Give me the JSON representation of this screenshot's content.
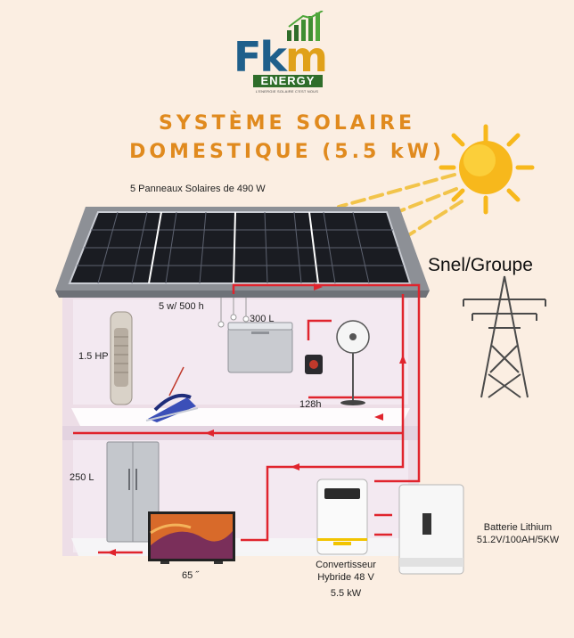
{
  "brand": {
    "main_prefix": "Fk",
    "main_accent": "m",
    "energy": "ENERGY",
    "tagline": "L'ENERGIE SOLAIRE C'EST NOUS"
  },
  "title": {
    "line1": "SYSTÈME SOLAIRE",
    "line2": "DOMESTIQUE (5.5 kW)"
  },
  "labels": {
    "panels": "5 Panneaux Solaires de 490 W",
    "lights": "5 w/ 500 h",
    "freezer": "300 L",
    "ac": "1.5 HP",
    "fan_hours": "128h",
    "fridge": "250 L",
    "tv": "65 ˝",
    "grid": "Snel/Groupe",
    "battery_line1": "Batterie Lithium",
    "battery_line2": "51.2V/100AH/5KW",
    "inverter_line1": "Convertisseur",
    "inverter_line2": "Hybride 48 V",
    "inverter_power": "5.5 kW"
  },
  "colors": {
    "background": "#fbeee2",
    "title": "#e08a1e",
    "wire": "#e0242d",
    "sun": "#f7b81c",
    "house_wall": "#eadbe8",
    "roof": "#8d9096",
    "panel": "#1a1c22",
    "logo_blue": "#1f5f8b",
    "logo_green": "#2f6d2a"
  }
}
